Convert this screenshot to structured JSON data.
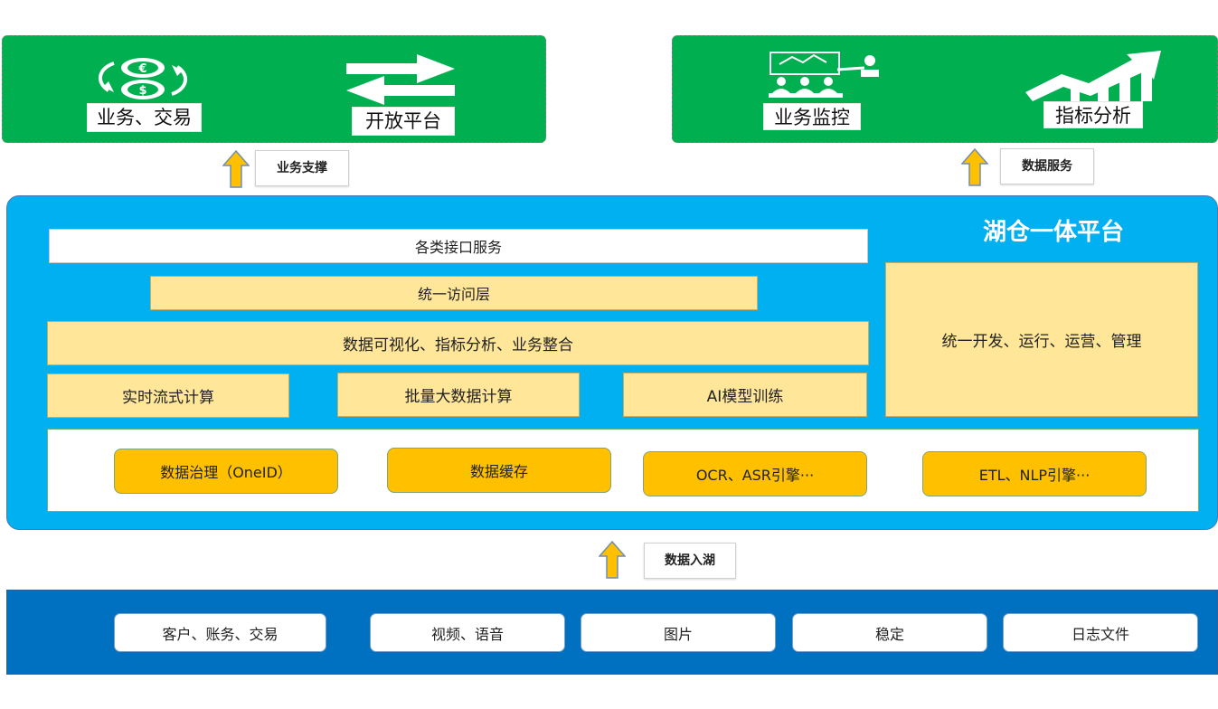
{
  "top_left": {
    "left_label": "业务、交易",
    "right_label": "开放平台"
  },
  "top_right": {
    "left_label": "业务监控",
    "right_label": "指标分析"
  },
  "arrows": {
    "support": "业务支撑",
    "data_service": "数据服务",
    "data_in": "数据入湖"
  },
  "platform": {
    "title": "湖仓一体平台",
    "interface_services": "各类接口服务",
    "unified_access": "统一访问层",
    "viz_integration": "数据可视化、指标分析、业务整合",
    "compute": [
      "实时流式计算",
      "批量大数据计算",
      "AI模型训练"
    ],
    "side_panel": "统一开发、运行、运营、管理",
    "engines": [
      "数据治理（OneID）",
      "数据缓存",
      "OCR、ASR引擎···",
      "ETL、NLP引擎···"
    ]
  },
  "sources": [
    "客户、账务、交易",
    "视频、语音",
    "图片",
    "稳定",
    "日志文件"
  ],
  "colors": {
    "green": "#00b050",
    "platform_blue": "#00b0f0",
    "source_blue": "#0070c0",
    "light_yellow": "#ffe699",
    "orange": "#ffc000"
  }
}
